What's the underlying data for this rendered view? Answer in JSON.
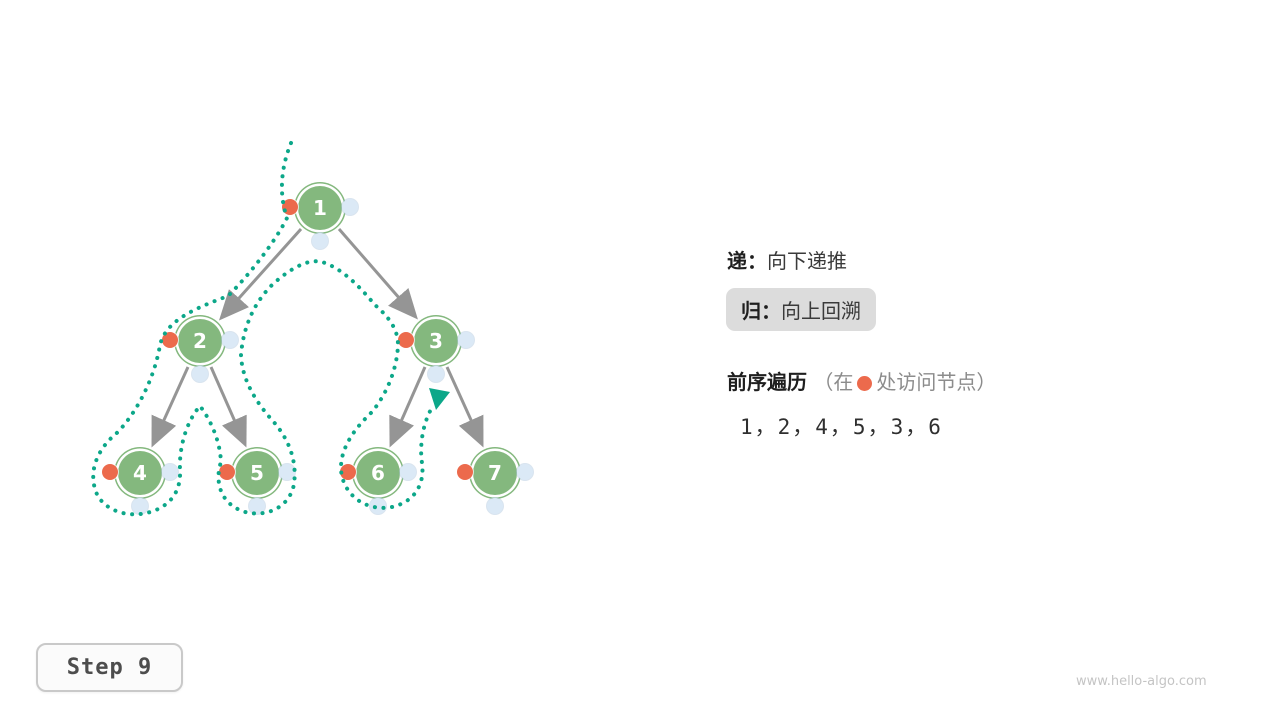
{
  "tree": {
    "nodes": [
      {
        "label": "1"
      },
      {
        "label": "2"
      },
      {
        "label": "3"
      },
      {
        "label": "4"
      },
      {
        "label": "5"
      },
      {
        "label": "6"
      },
      {
        "label": "7"
      }
    ],
    "edges": [
      [
        "1",
        "2"
      ],
      [
        "1",
        "3"
      ],
      [
        "2",
        "4"
      ],
      [
        "2",
        "5"
      ],
      [
        "3",
        "6"
      ],
      [
        "3",
        "7"
      ]
    ]
  },
  "legend": {
    "recurse_term": "递：",
    "recurse_desc": "向下递推",
    "return_term": "归：",
    "return_desc": "向上回溯",
    "traversal_title": "前序遍历",
    "traversal_note_open": "（在",
    "traversal_note_close": "处访问节点）",
    "sequence": "1，2，4，5，3，6"
  },
  "step_label": "Step 9",
  "watermark": "www.hello-algo.com",
  "colors": {
    "node_green": "#84b87e",
    "visit_dot_orange": "#ec6a4c",
    "slot_dot_blue": "#dbe9f6",
    "trace_teal": "#0ca789",
    "arrow_gray": "#959595",
    "highlight_bg": "#dcdcdc"
  }
}
